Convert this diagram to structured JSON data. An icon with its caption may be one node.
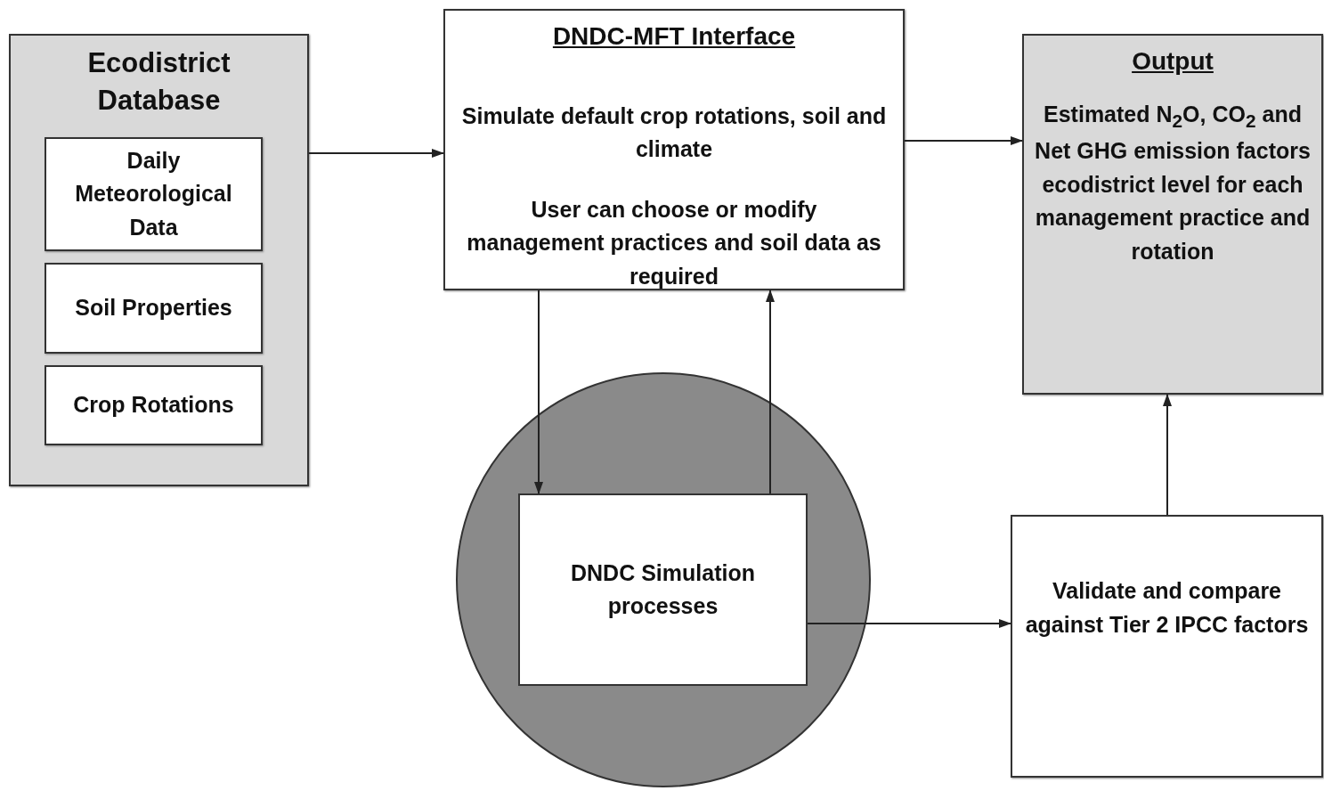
{
  "diagram": {
    "nodes": [
      {
        "text": [
          "Ecodistrict Database"
        ]
      },
      {
        "text": [
          "Daily Meteorological Data"
        ],
        "in": 0
      },
      {
        "text": [
          "Soil Properties"
        ],
        "in": 0
      },
      {
        "text": [
          "Crop Rotations"
        ],
        "in": 0
      },
      {
        "text": [
          "DNDC-MFT Interface",
          "Simulate default crop rotations, soil and climate",
          "User can choose or modify management practices and soil data as required"
        ]
      },
      {
        "text": [
          "Output",
          "Estimated N$_{2}$O, CO$_{2}$ and Net GHG emission factors ecodistrict level for each management practice and rotation"
        ]
      },
      {
        "text": [],
        "shape": "circle"
      },
      {
        "text": [
          "DNDC Simulation processes"
        ],
        "in": 6
      },
      {
        "text": [
          "Validate and compare against Tier 2 IPCC factors"
        ]
      }
    ],
    "edges": [
      {
        "from": 0,
        "to": 4,
        "arrow": "to"
      },
      {
        "from": 4,
        "to": 7,
        "arrow": "to"
      },
      {
        "from": 7,
        "to": 4,
        "arrow": "to"
      },
      {
        "from": 4,
        "to": 5,
        "arrow": "to"
      },
      {
        "from": 7,
        "to": 8,
        "arrow": "to"
      },
      {
        "from": 8,
        "to": 5,
        "arrow": "to"
      }
    ]
  }
}
